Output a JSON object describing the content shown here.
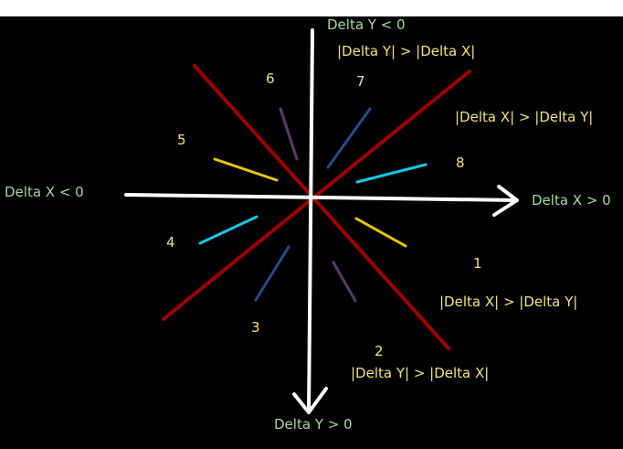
{
  "colors": {
    "background": "#000000",
    "axis": "#ffffff",
    "diagonal": "#a00000",
    "axis_label": "#a8d8a0",
    "region_label": "#f2e27a",
    "sector_1_5": "#e6c800",
    "sector_2_6": "#5a3a6a",
    "sector_3_7": "#2a4a8a",
    "sector_4_8": "#16c8e8"
  },
  "axes": {
    "x_positive": "Delta X > 0",
    "x_negative": "Delta X < 0",
    "y_positive": "Delta Y > 0",
    "y_negative": "Delta Y < 0"
  },
  "conditions": {
    "top": "|Delta Y| > |Delta X|",
    "upper_right": "|Delta X| > |Delta Y|",
    "lower_right": "|Delta X| > |Delta Y|",
    "bottom": "|Delta Y| > |Delta X|"
  },
  "sectors": [
    {
      "number": "1",
      "color": "#e6c800"
    },
    {
      "number": "2",
      "color": "#5a3a6a"
    },
    {
      "number": "3",
      "color": "#2a4a8a"
    },
    {
      "number": "4",
      "color": "#16c8e8"
    },
    {
      "number": "5",
      "color": "#e6c800"
    },
    {
      "number": "6",
      "color": "#5a3a6a"
    },
    {
      "number": "7",
      "color": "#2a4a8a"
    },
    {
      "number": "8",
      "color": "#16c8e8"
    }
  ]
}
